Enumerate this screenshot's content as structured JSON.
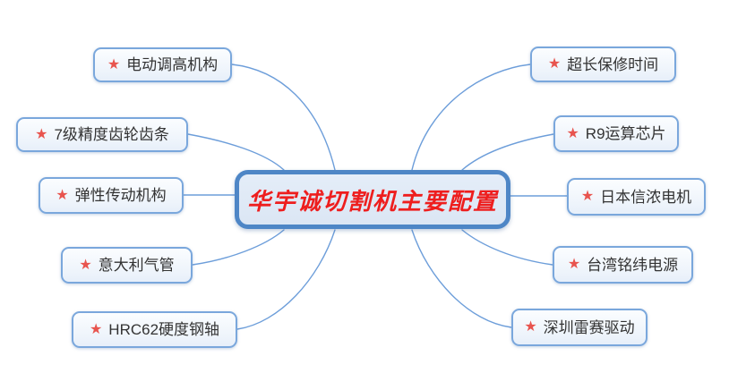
{
  "central": {
    "label": "华宇诚切割机主要配置"
  },
  "icons": {
    "star": "★"
  },
  "branches": {
    "left": [
      {
        "label": "电动调高机构"
      },
      {
        "label": "7级精度齿轮齿条"
      },
      {
        "label": "弹性传动机构"
      },
      {
        "label": "意大利气管"
      },
      {
        "label": "HRC62硬度钢轴"
      }
    ],
    "right": [
      {
        "label": "超长保修时间"
      },
      {
        "label": "R9运算芯片"
      },
      {
        "label": "日本信浓电机"
      },
      {
        "label": "台湾铭纬电源"
      },
      {
        "label": "深圳雷赛驱动"
      }
    ]
  },
  "colors": {
    "connector": "#6d9eda",
    "branch_border": "#7aa7dc",
    "branch_background": "#eef4fb",
    "branch_text": "#333333",
    "star": "#e8544e",
    "central_border": "#4e86c6",
    "central_background": "#dbe6f4",
    "central_text": "#ee1e1e"
  }
}
